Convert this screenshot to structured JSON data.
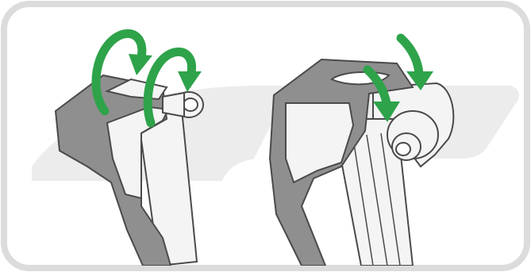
{
  "figure": {
    "panels": [
      {
        "name": "left-assembly",
        "rotation_arrows": 2,
        "arrow_style": "curved-circular"
      },
      {
        "name": "right-assembly",
        "rotation_arrows": 2,
        "arrow_style": "curved-downward"
      }
    ],
    "colors": {
      "frame_border": "#dcdcdc",
      "background": "#ffffff",
      "watermark": "#ececec",
      "bracket_fill": "#8f8f8f",
      "bracket_stroke": "#4a4a4a",
      "part_fill": "#f4f4f4",
      "arrow_green": "#2ea34a"
    },
    "icons": [
      "rotate-clockwise-icon",
      "rotate-clockwise-icon",
      "down-arrow-icon",
      "down-arrow-icon"
    ]
  }
}
